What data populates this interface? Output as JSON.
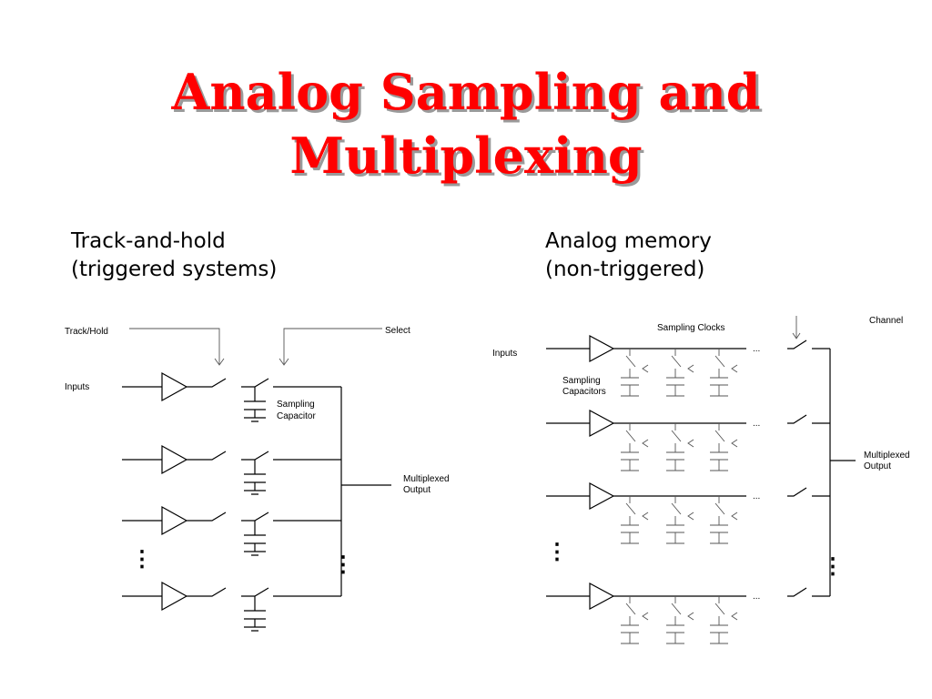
{
  "title": {
    "line1": "Analog Sampling and",
    "line2": "Multiplexing"
  },
  "left": {
    "heading_line1": "Track-and-hold",
    "heading_line2": "(triggered systems)",
    "labels": {
      "track_hold": "Track/Hold",
      "select": "Select",
      "inputs": "Inputs",
      "cap_line1": "Sampling",
      "cap_line2": "Capacitor",
      "out_line1": "Multiplexed",
      "out_line2": "Output",
      "ellipsis": "⋮"
    }
  },
  "right": {
    "heading_line1": "Analog memory",
    "heading_line2": "(non-triggered)",
    "labels": {
      "sampling_clocks": "Sampling Clocks",
      "channel": "Channel",
      "inputs": "Inputs",
      "caps_line1": "Sampling",
      "caps_line2": "Capacitors",
      "out_line1": "Multiplexed",
      "out_line2": "Output",
      "row_ellipsis": "...",
      "ellipsis": "⋮"
    }
  }
}
